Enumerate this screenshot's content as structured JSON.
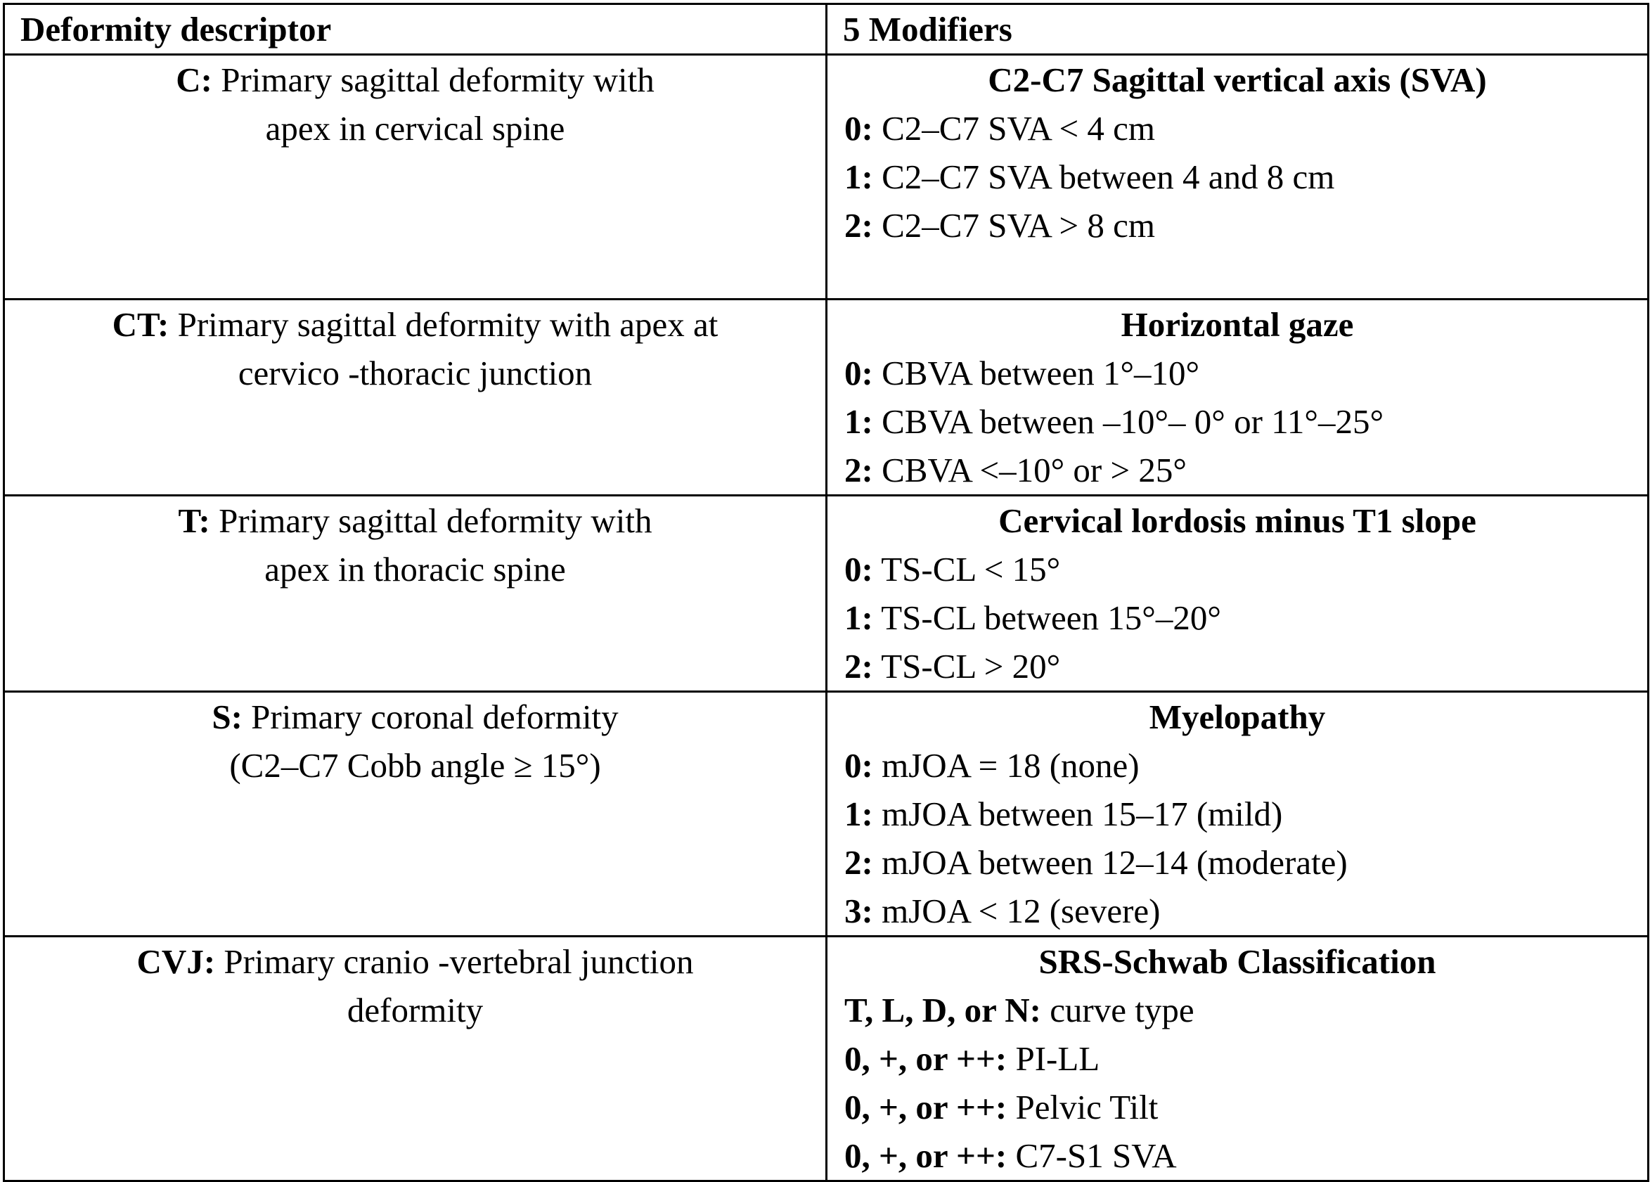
{
  "header": {
    "col1": "Deformity descriptor",
    "col2": "5 Modifiers"
  },
  "rows": [
    {
      "code": "C:",
      "desc_line1": " Primary sagittal deformity with",
      "desc_line2": "apex in cervical spine",
      "mod_title": "C2-C7 Sagittal vertical axis (SVA)",
      "items": [
        {
          "k": "0:",
          "v": " C2–C7 SVA < 4 cm"
        },
        {
          "k": "1:",
          "v": " C2–C7 SVA between 4 and 8 cm"
        },
        {
          "k": "2:",
          "v": " C2–C7 SVA > 8 cm"
        }
      ]
    },
    {
      "code": "CT:",
      "desc_line1": " Primary sagittal deformity with apex at",
      "desc_line2": "cervico -thoracic junction",
      "mod_title": "Horizontal gaze",
      "items": [
        {
          "k": "0:",
          "v": " CBVA between 1°–10°"
        },
        {
          "k": "1:",
          "v": " CBVA between –10°– 0° or 11°–25°"
        },
        {
          "k": "2:",
          "v": " CBVA <–10° or > 25°"
        }
      ]
    },
    {
      "code": "T:",
      "desc_line1": " Primary sagittal deformity with",
      "desc_line2": "apex in thoracic spine",
      "mod_title": "Cervical lordosis minus T1 slope",
      "items": [
        {
          "k": "0:",
          "v": " TS-CL < 15°"
        },
        {
          "k": "1:",
          "v": " TS-CL between 15°–20°"
        },
        {
          "k": "2:",
          "v": " TS-CL > 20°"
        }
      ]
    },
    {
      "code": "S:",
      "desc_line1": " Primary coronal deformity",
      "desc_line2": "(C2–C7 Cobb angle  ≥ 15°)",
      "mod_title": "Myelopathy",
      "items": [
        {
          "k": "0:",
          "v": " mJOA = 18 (none)"
        },
        {
          "k": "1:",
          "v": " mJOA between 15–17 (mild)"
        },
        {
          "k": "2:",
          "v": " mJOA between 12–14 (moderate)"
        },
        {
          "k": "3:",
          "v": " mJOA < 12 (severe)"
        }
      ]
    },
    {
      "code": "CVJ:",
      "desc_line1": " Primary cranio -vertebral junction",
      "desc_line2": "deformity",
      "mod_title": "SRS-Schwab Classification",
      "items": [
        {
          "k": "T, L, D, or N:",
          "v": " curve type"
        },
        {
          "k": "0, +, or ++:",
          "v": " PI-LL"
        },
        {
          "k": "0, +, or ++:",
          "v": " Pelvic Tilt"
        },
        {
          "k": "0, +, or ++:",
          "v": " C7-S1 SVA"
        }
      ]
    }
  ]
}
